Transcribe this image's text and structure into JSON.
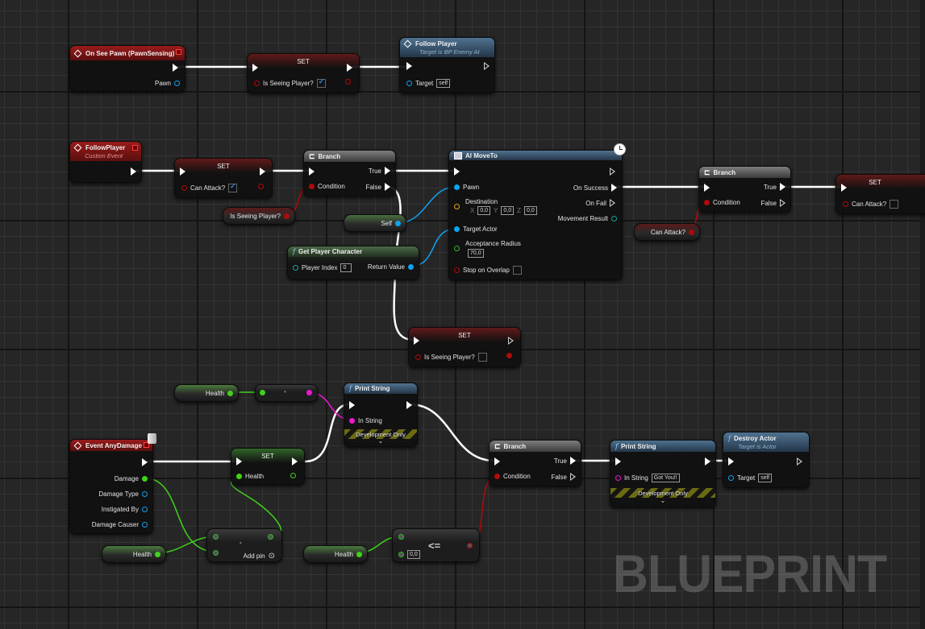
{
  "watermark": "BLUEPRINT",
  "colors": {
    "exec": "#ffffff",
    "boolean": "#b00a0a",
    "object": "#0fa2ef",
    "float": "#3fd31a",
    "vector": "#e3a41a",
    "string": "#ee16d3",
    "struct_enum": "#1aa59b",
    "event_header": "#9a1b1b",
    "function_header": "#4f7290"
  },
  "nodes": {
    "on_see_pawn": {
      "title": "On See Pawn (PawnSensing)",
      "icon": "event-icon",
      "pins": {
        "pawn": "Pawn"
      }
    },
    "set_seeing_1": {
      "title": "SET",
      "var": "Is Seeing Player?",
      "checked": true
    },
    "follow_player_call": {
      "title": "Follow Player",
      "subtitle": "Target is BP Enemy AI",
      "target_label": "Target",
      "target_value": "self"
    },
    "follow_player_event": {
      "title": "FollowPlayer",
      "subtitle": "Custom Event"
    },
    "set_can_attack_1": {
      "title": "SET",
      "var": "Can Attack?",
      "checked": true
    },
    "branch_1": {
      "title": "Branch",
      "condition": "Condition",
      "true": "True",
      "false": "False"
    },
    "get_is_seeing": {
      "label": "Is Seeing Player?"
    },
    "self_ref": {
      "label": "Self"
    },
    "get_player_character": {
      "title": "Get Player Character",
      "player_index_label": "Player Index",
      "player_index_value": "0",
      "return_label": "Return Value"
    },
    "ai_move_to": {
      "title": "AI MoveTo",
      "pawn": "Pawn",
      "destination": "Destination",
      "dest_x": "0,0",
      "dest_y": "0,0",
      "dest_z": "0,0",
      "x_label": "X",
      "y_label": "Y",
      "z_label": "Z",
      "target_actor": "Target Actor",
      "acceptance_radius": "Acceptance Radius",
      "acceptance_value": "70,0",
      "stop_on_overlap": "Stop on Overlap",
      "stop_checked": false,
      "on_success": "On Success",
      "on_fail": "On Fail",
      "movement_result": "Movement Result"
    },
    "branch_2": {
      "title": "Branch",
      "condition": "Condition",
      "true": "True",
      "false": "False"
    },
    "get_can_attack": {
      "label": "Can Attack?"
    },
    "set_can_attack_2": {
      "title": "SET",
      "var": "Can Attack?",
      "checked": false
    },
    "set_seeing_2": {
      "title": "SET",
      "var": "Is Seeing Player?",
      "checked": false
    },
    "get_health_1": {
      "label": "Health"
    },
    "to_string": {
      "label": "•"
    },
    "print_string_1": {
      "title": "Print String",
      "in_string": "In String",
      "dev_only": "Development Only"
    },
    "event_any_damage": {
      "title": "Event AnyDamage",
      "pins": {
        "damage": "Damage",
        "damage_type": "Damage Type",
        "instigated_by": "Instigated By",
        "damage_causer": "Damage Causer"
      }
    },
    "set_health": {
      "title": "SET",
      "var": "Health"
    },
    "subtract": {
      "op": "-",
      "add_pin": "Add pin"
    },
    "get_health_2": {
      "label": "Health"
    },
    "get_health_3": {
      "label": "Health"
    },
    "less_equal": {
      "op": "<=",
      "value": "0,0"
    },
    "branch_3": {
      "title": "Branch",
      "condition": "Condition",
      "true": "True",
      "false": "False"
    },
    "print_string_2": {
      "title": "Print String",
      "in_string": "In String",
      "in_value": "Got You!!",
      "dev_only": "Development Only"
    },
    "destroy_actor": {
      "title": "Destroy Actor",
      "subtitle": "Target is Actor",
      "target_label": "Target",
      "target_value": "self"
    }
  }
}
